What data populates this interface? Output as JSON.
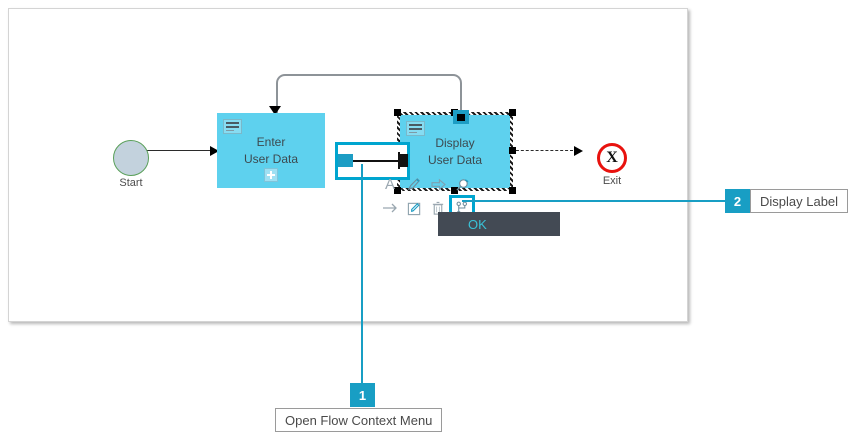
{
  "diagram": {
    "nodes": [
      {
        "id": "start",
        "label": "Start",
        "type": "start-event"
      },
      {
        "id": "enter-user-data",
        "label": "Enter\nUser Data",
        "type": "task",
        "selected": false
      },
      {
        "id": "display-user-data",
        "label": "Display\nUser Data",
        "type": "task",
        "selected": true
      },
      {
        "id": "exit",
        "label": "Exit",
        "type": "end-event",
        "glyph": "X"
      }
    ]
  },
  "context_toolbar": {
    "row1": [
      {
        "name": "text-icon",
        "glyph": "A"
      },
      {
        "name": "brush-icon",
        "glyph": ""
      },
      {
        "name": "arrow-right-icon",
        "glyph": ""
      },
      {
        "name": "paint-stamp-icon",
        "glyph": ""
      }
    ],
    "row2": [
      {
        "name": "arrow-icon",
        "glyph": ""
      },
      {
        "name": "edit-icon",
        "glyph": ""
      },
      {
        "name": "delete-icon",
        "glyph": ""
      },
      {
        "name": "flow-branch-icon",
        "glyph": "",
        "selected": true
      }
    ]
  },
  "tooltip": {
    "label": "OK"
  },
  "callouts": [
    {
      "number": "1",
      "label": "Open Flow Context Menu"
    },
    {
      "number": "2",
      "label": "Display Label"
    }
  ],
  "colors": {
    "accent": "#189ec4",
    "node_fill": "#5ed1ee",
    "tooltip_bg": "#434a54",
    "tooltip_text": "#39c2d7",
    "exit_ring": "#e8120e",
    "start_fill": "#c3d2dd",
    "start_border": "#5aa05a"
  }
}
